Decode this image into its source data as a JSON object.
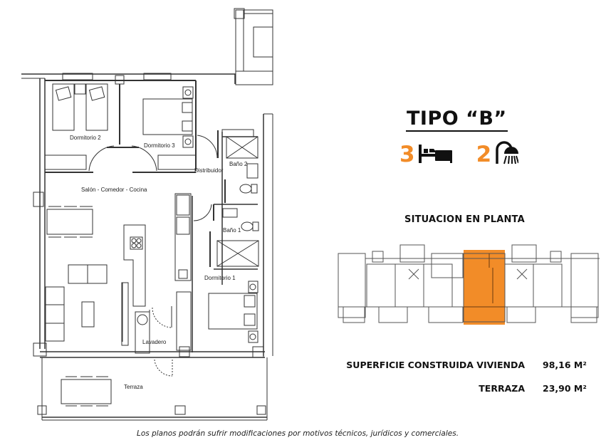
{
  "header": {
    "title": "TIPO “B”",
    "bedrooms": "3",
    "bathrooms": "2",
    "icons": [
      "bed-icon",
      "shower-icon"
    ]
  },
  "floorplan": {
    "rooms": {
      "dormitorio2": "Dormitorio 2",
      "dormitorio3": "Dormitorio 3",
      "distribuidor": "Distribuidor",
      "bano2": "Baño 2",
      "salon": "Salón - Comedor - Cocina",
      "bano1": "Baño 1",
      "dormitorio1": "Dormitorio 1",
      "lavadero": "Lavadero",
      "terraza": "Terraza"
    }
  },
  "location": {
    "title": "SITUACION EN PLANTA",
    "highlight_color": "#f28c28"
  },
  "areas": [
    {
      "label": "SUPERFICIE CONSTRUIDA VIVIENDA",
      "value": "98,16 M²"
    },
    {
      "label": "TERRAZA",
      "value": "23,90 M²"
    }
  ],
  "footer": {
    "disclaimer": "Los planos podrán sufrir modificaciones por motivos técnicos, jurídicos y comerciales."
  },
  "colors": {
    "accent": "#f28c28",
    "text": "#111111"
  }
}
